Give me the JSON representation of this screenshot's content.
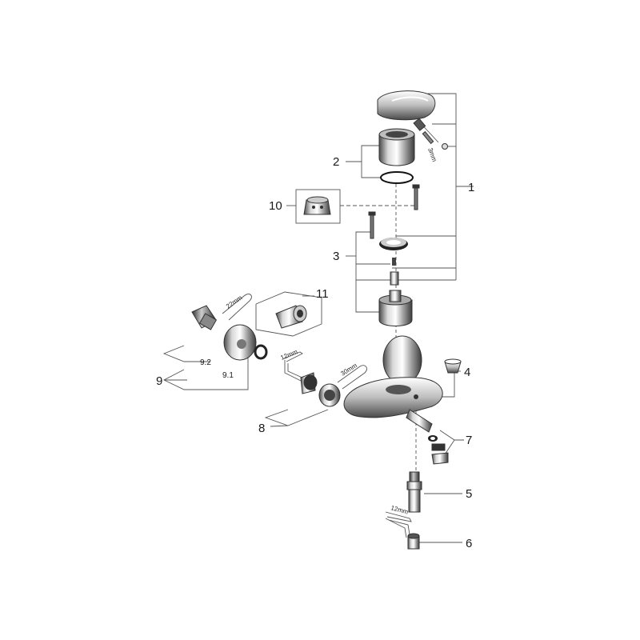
{
  "callouts": {
    "c1": "1",
    "c2": "2",
    "c3": "3",
    "c4": "4",
    "c5": "5",
    "c6": "6",
    "c7": "7",
    "c8": "8",
    "c9": "9",
    "c9_1": "9.1",
    "c9_2": "9.2",
    "c10": "10",
    "c11": "11"
  },
  "tools": {
    "hex_3mm": "3mm",
    "wrench_22mm": "22mm",
    "hex_12mm_left": "12mm",
    "wrench_30mm": "30mm",
    "hex_12mm_bottom": "12mm"
  }
}
